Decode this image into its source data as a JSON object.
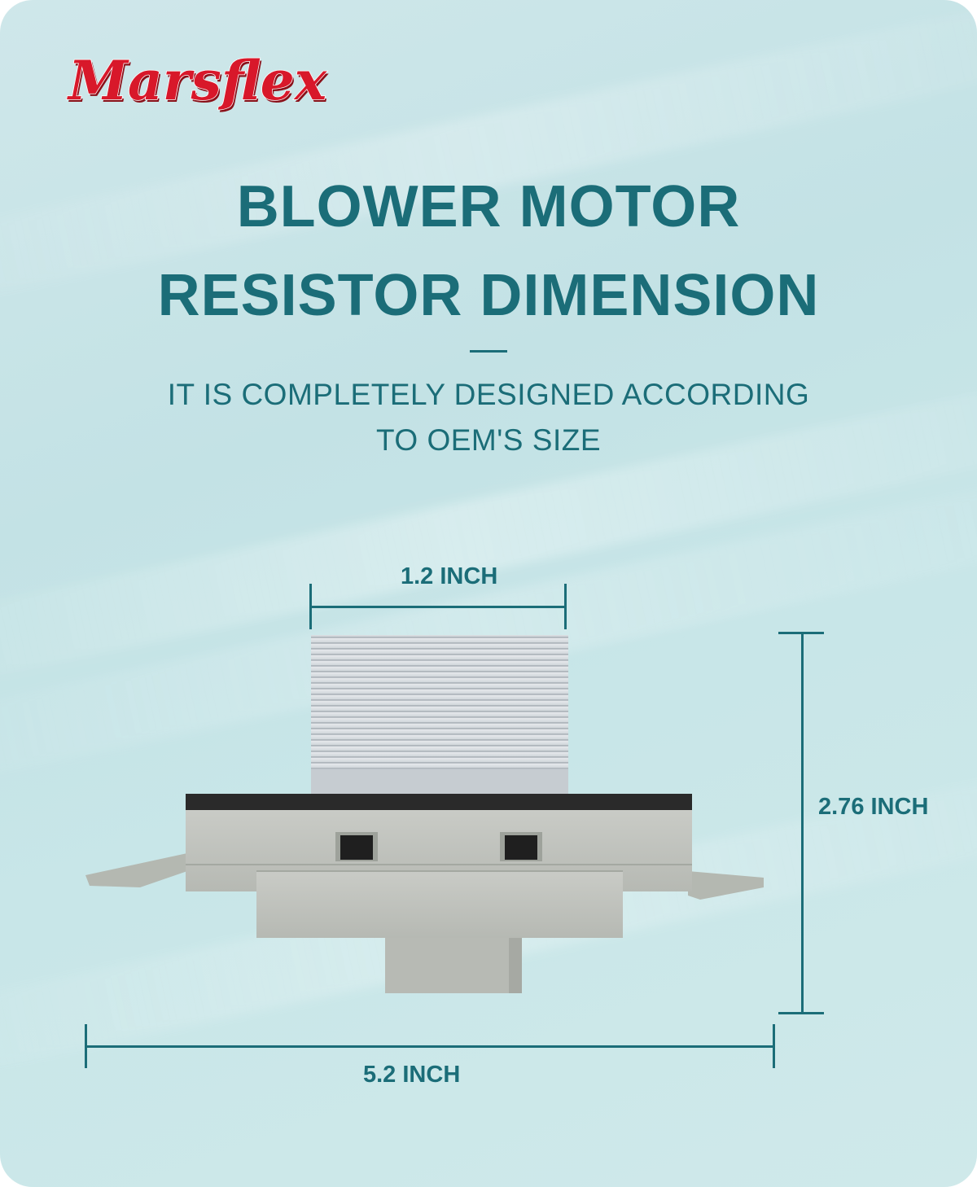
{
  "brand": {
    "logo_text": "Marsflex",
    "logo_color": "#d8182a"
  },
  "heading": {
    "line1": "BLOWER MOTOR",
    "line2": "RESISTOR DIMENSION"
  },
  "subheading": {
    "line1": "IT IS COMPLETELY DESIGNED ACCORDING",
    "line2": "TO OEM'S SIZE"
  },
  "dimensions": {
    "top_width": "1.2 INCH",
    "height": "2.76 INCH",
    "total_width": "5.2 INCH"
  },
  "colors": {
    "accent": "#1b6d78",
    "background": "#c8e6e8"
  }
}
